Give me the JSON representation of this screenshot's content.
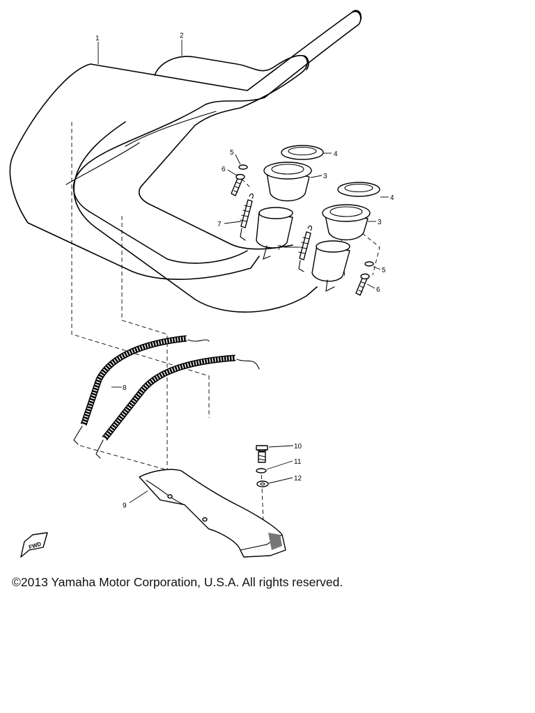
{
  "diagram": {
    "labels": [
      "1",
      "2",
      "3",
      "4",
      "5",
      "6",
      "7",
      "8",
      "9",
      "10",
      "11",
      "12"
    ],
    "fwd_mark": "FWD"
  },
  "copyright": "©2013 Yamaha Motor Corporation, U.S.A. All rights reserved."
}
